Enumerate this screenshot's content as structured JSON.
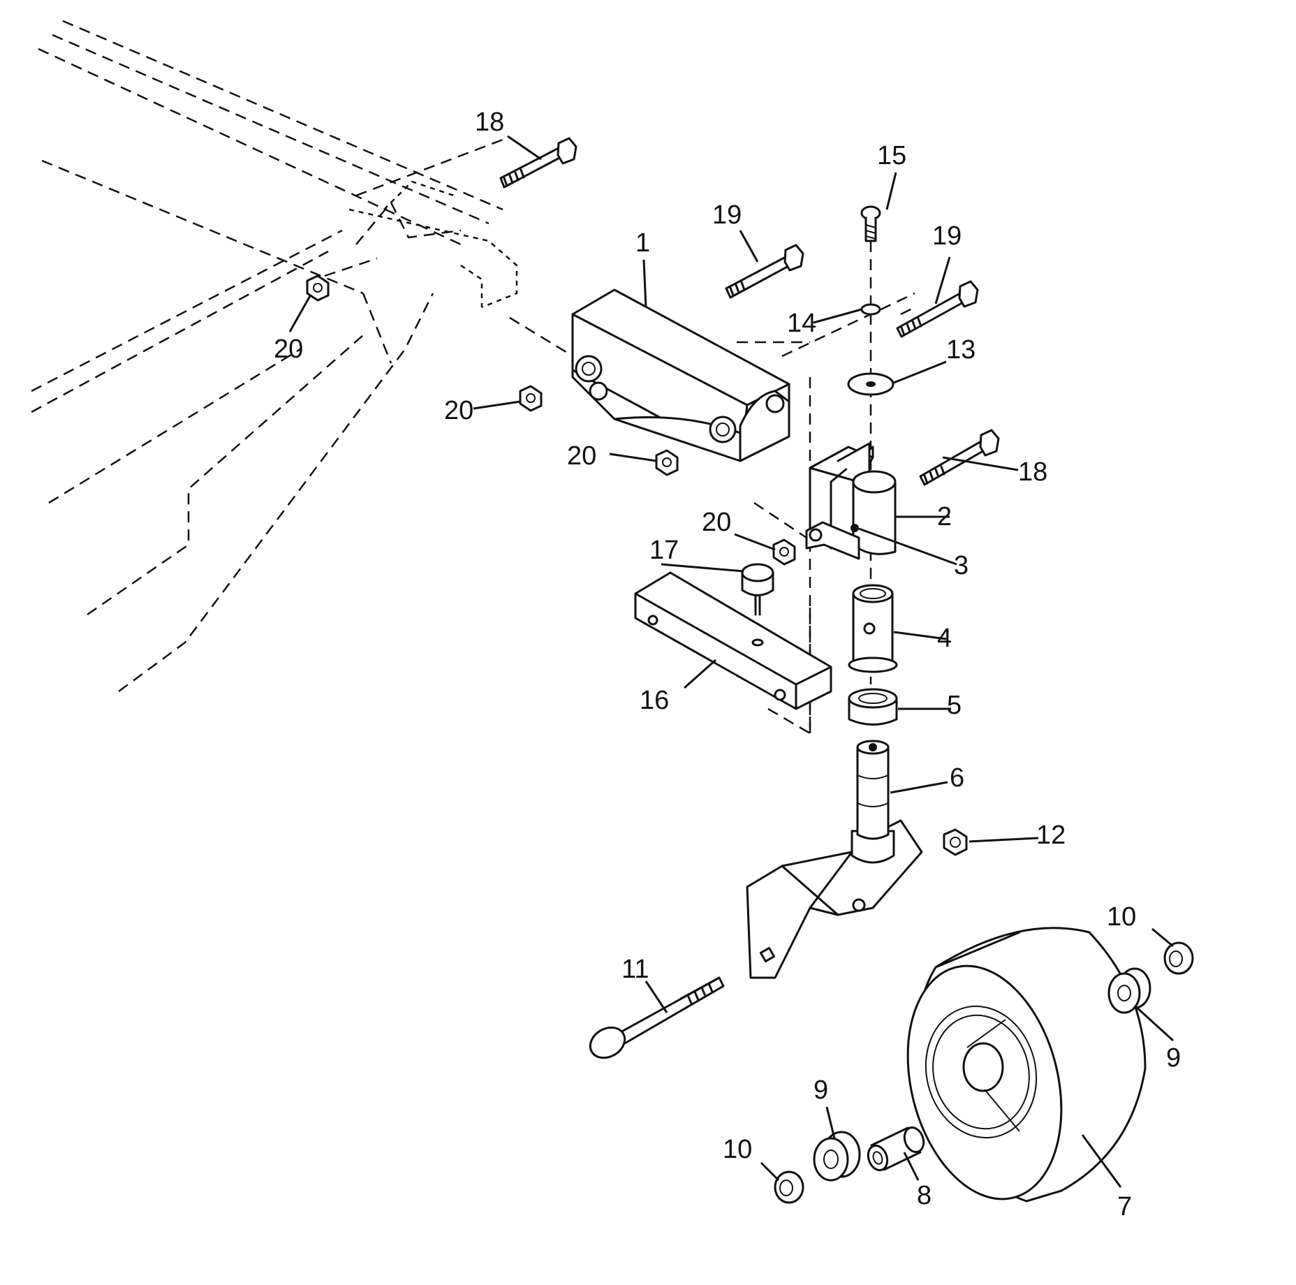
{
  "callouts": {
    "c1": "1",
    "c2": "2",
    "c3": "3",
    "c4": "4",
    "c5": "5",
    "c6": "6",
    "c7": "7",
    "c8": "8",
    "c9a": "9",
    "c9b": "9",
    "c10a": "10",
    "c10b": "10",
    "c11": "11",
    "c12": "12",
    "c13": "13",
    "c14": "14",
    "c15": "15",
    "c16": "16",
    "c17": "17",
    "c18a": "18",
    "c18b": "18",
    "c19a": "19",
    "c19b": "19",
    "c20a": "20",
    "c20b": "20",
    "c20c": "20",
    "c20d": "20"
  },
  "colors": {
    "ink": "#111111",
    "paper": "#ffffff"
  }
}
